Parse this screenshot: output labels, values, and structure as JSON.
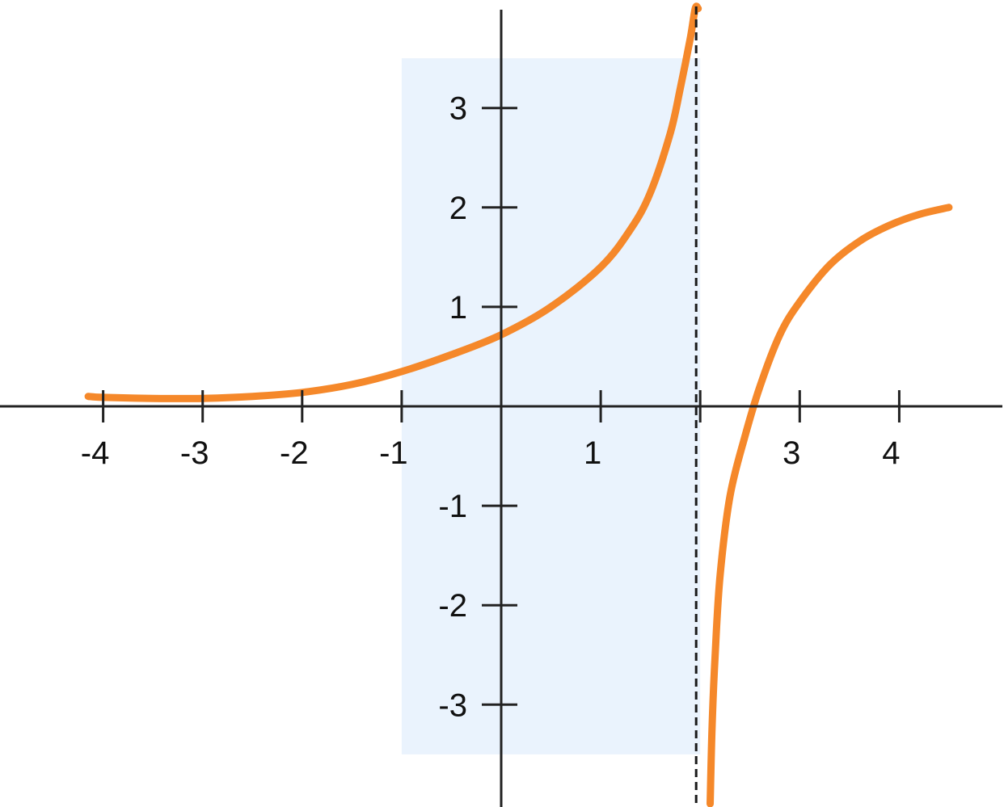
{
  "chart_data": {
    "type": "line",
    "title": "",
    "xlabel": "",
    "ylabel": "",
    "xlim": [
      -5.05,
      5.0
    ],
    "ylim": [
      -4.0,
      4.0
    ],
    "grid": false,
    "x_ticks": [
      -4,
      -3,
      -2,
      -1,
      1,
      3,
      4
    ],
    "x_tick_marks": [
      -4,
      -3,
      -2,
      -1,
      1,
      2,
      3,
      4
    ],
    "x_tick_labels": [
      "-4",
      "-3",
      "-2",
      "-1",
      "1",
      "3",
      "4"
    ],
    "y_ticks": [
      3,
      2,
      1,
      -1,
      -2,
      -3
    ],
    "y_tick_labels": [
      "3",
      "2",
      "1",
      "-1",
      "-2",
      "-3"
    ],
    "asymptote": {
      "x": 2,
      "style": "dashed"
    },
    "shaded_region": {
      "x": [
        -1,
        2
      ],
      "y": [
        -3.5,
        3.5
      ],
      "color": "#eaf3fd"
    },
    "series": [
      {
        "color": "#f5882a",
        "x": [
          -4.15,
          -4.0,
          -3.5,
          -3.0,
          -2.5,
          -2.0,
          -1.5,
          -1.0,
          -0.5,
          0.0,
          0.5,
          1.0,
          1.3,
          1.5,
          1.7,
          1.8,
          1.9,
          1.95,
          1.98
        ],
        "y": [
          0.1,
          0.09,
          0.08,
          0.08,
          0.1,
          0.14,
          0.22,
          0.35,
          0.52,
          0.72,
          1.0,
          1.4,
          1.78,
          2.15,
          2.75,
          3.2,
          3.7,
          4.0,
          4.0
        ]
      },
      {
        "color": "#f5882a",
        "x": [
          2.1,
          2.12,
          2.15,
          2.2,
          2.3,
          2.45,
          2.6,
          2.8,
          3.0,
          3.3,
          3.6,
          3.9,
          4.2,
          4.5
        ],
        "y": [
          -4.0,
          -3.2,
          -2.5,
          -1.7,
          -0.9,
          -0.3,
          0.2,
          0.72,
          1.05,
          1.42,
          1.66,
          1.82,
          1.93,
          2.0
        ]
      }
    ]
  }
}
